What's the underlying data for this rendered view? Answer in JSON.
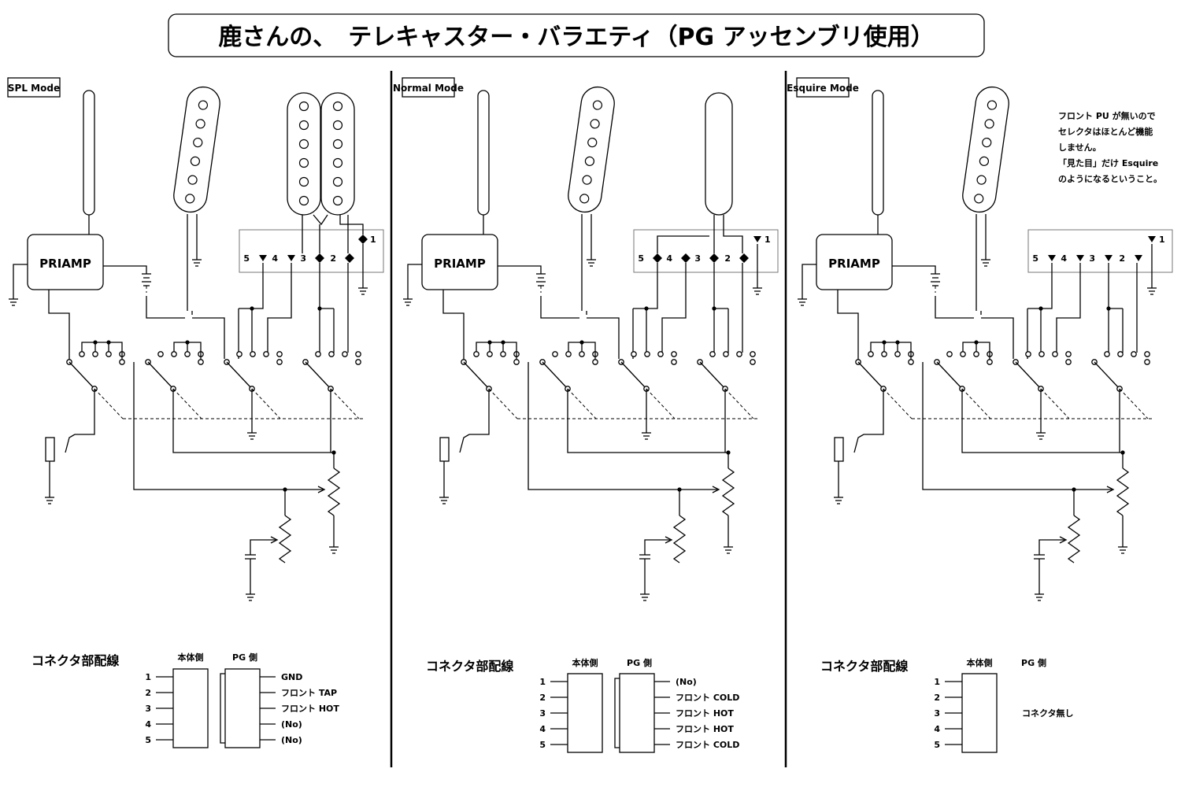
{
  "title": "鹿さんの、　テレキャスター・バラエティ（PG アッセンブリ使用）",
  "panels": [
    {
      "mode": "SPL Mode",
      "preamp": "PRIAMP",
      "terminals": [
        "5",
        "4",
        "3",
        "2",
        "1"
      ],
      "connector": {
        "title": "コネクタ部配線",
        "body_side": "本体側",
        "pg_side": "PG 側",
        "pins": [
          "1",
          "2",
          "3",
          "4",
          "5"
        ],
        "pg_labels": [
          "GND",
          "フロント TAP",
          "フロント HOT",
          "(No)",
          "(No)"
        ],
        "no_connector": ""
      },
      "note": []
    },
    {
      "mode": "Normal Mode",
      "preamp": "PRIAMP",
      "terminals": [
        "5",
        "4",
        "3",
        "2",
        "1"
      ],
      "connector": {
        "title": "コネクタ部配線",
        "body_side": "本体側",
        "pg_side": "PG 側",
        "pins": [
          "1",
          "2",
          "3",
          "4",
          "5"
        ],
        "pg_labels": [
          "(No)",
          "フロント COLD",
          "フロント HOT",
          "フロント HOT",
          "フロント COLD"
        ],
        "no_connector": ""
      },
      "note": []
    },
    {
      "mode": "Esquire Mode",
      "preamp": "PRIAMP",
      "terminals": [
        "5",
        "4",
        "3",
        "2",
        "1"
      ],
      "connector": {
        "title": "コネクタ部配線",
        "body_side": "本体側",
        "pg_side": "PG 側",
        "pins": [
          "1",
          "2",
          "3",
          "4",
          "5"
        ],
        "pg_labels": [],
        "no_connector": "コネクタ無し"
      },
      "note": [
        "フロント PU が無いので",
        "セレクタはほとんど機能",
        "しません。",
        "「見た目」だけ Esquire",
        "のようになるということ。"
      ]
    }
  ]
}
